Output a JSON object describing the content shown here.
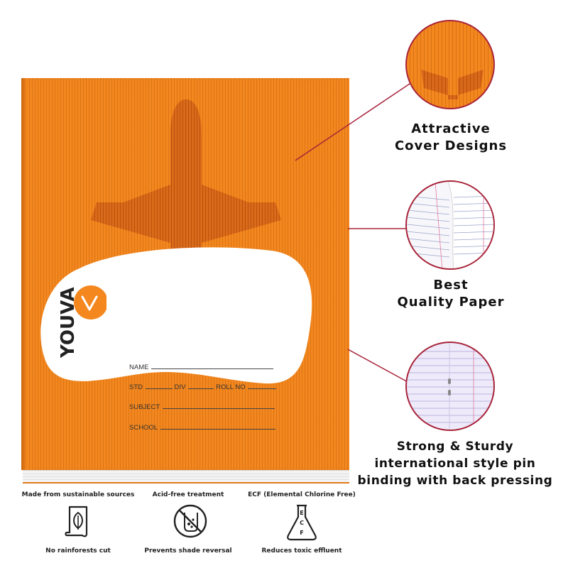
{
  "notebook": {
    "brand": "YOUVA",
    "label_fields": {
      "name": "NAME",
      "std": "STD",
      "div": "DIV",
      "roll_no": "ROLL NO",
      "subject": "SUBJECT",
      "school": "SCHOOL"
    }
  },
  "features": [
    {
      "line1": "Attractive",
      "line2": "Cover Designs"
    },
    {
      "line1": "Best",
      "line2": "Quality Paper"
    },
    {
      "line1": "Strong & Sturdy",
      "line2": "international style pin",
      "line3": "binding with back pressing"
    }
  ],
  "badges": [
    {
      "top": "Made from sustainable sources",
      "bottom": "No rainforests cut",
      "icon": "leaf-scroll-icon"
    },
    {
      "top": "Acid-free treatment",
      "bottom": "Prevents shade reversal",
      "icon": "no-acid-beaker-icon"
    },
    {
      "top": "ECF (Elemental Chlorine Free)",
      "bottom": "Reduces toxic effluent",
      "icon": "ecf-flask-icon",
      "flask_letters": [
        "E",
        "C",
        "F"
      ]
    }
  ],
  "colors": {
    "cover_orange": "#f4871e",
    "connector_red": "#a8243a",
    "text_dark": "#111111"
  }
}
